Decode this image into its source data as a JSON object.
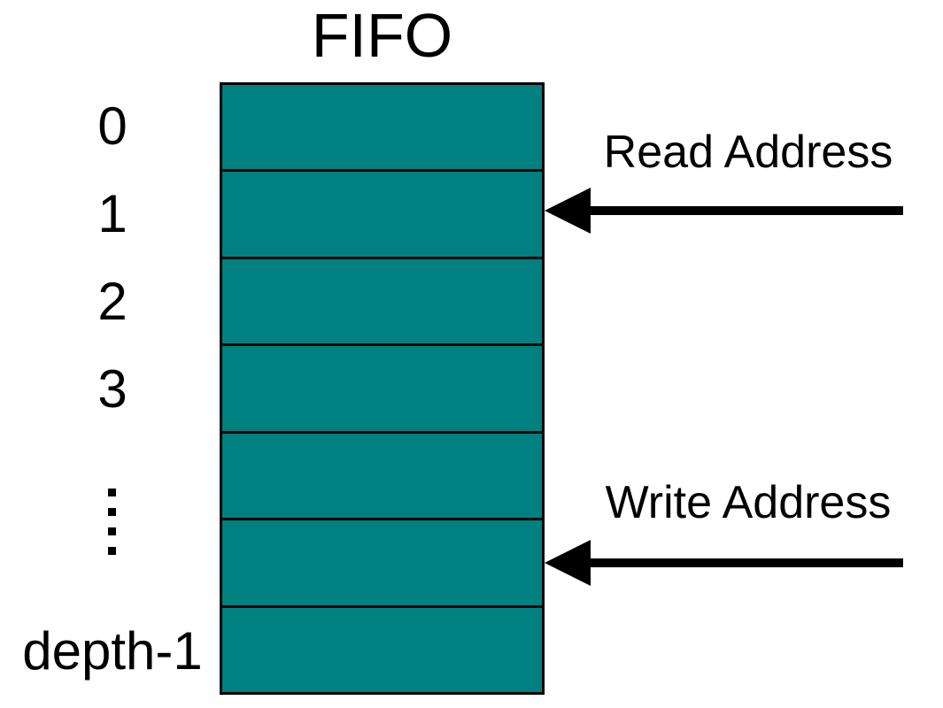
{
  "diagram": {
    "title": "FIFO",
    "memory": {
      "cell_fill_color": "#008080",
      "line_color": "#000000",
      "num_cells": 7,
      "row_labels": [
        "0",
        "1",
        "2",
        "3"
      ],
      "ellipsis_icon": "vertical-dots",
      "last_row_label": "depth-1"
    },
    "pointers": {
      "read": {
        "label": "Read Address",
        "points_to_row": 1
      },
      "write": {
        "label": "Write Address",
        "points_to_row": 5
      }
    }
  }
}
